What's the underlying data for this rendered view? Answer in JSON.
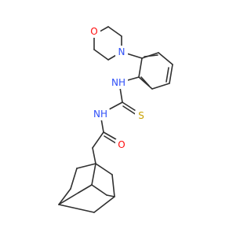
{
  "colors": {
    "bond": "#303030",
    "nitrogen": "#3050f8",
    "oxygen": "#ff0d0d",
    "sulfur": "#c8a100",
    "background": "#ffffff"
  },
  "atoms": {
    "morpholine_o": "O",
    "morpholine_n": "N",
    "thiourea_nh_aryl": "NH",
    "thiourea_nh_acyl": "NH",
    "thiocarbonyl_s": "S",
    "carbonyl_o": "O"
  }
}
